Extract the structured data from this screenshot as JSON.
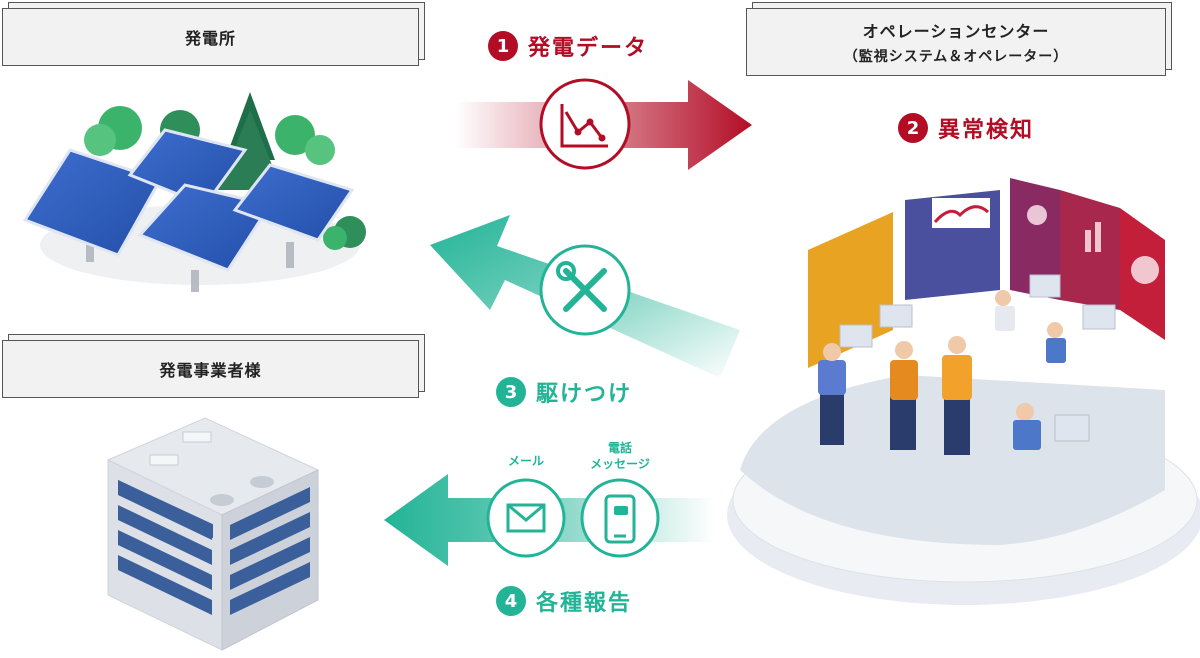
{
  "plant": {
    "title": "発電所"
  },
  "operator_center": {
    "title": "オペレーションセンター",
    "subtitle": "（監視システム＆オペレーター）"
  },
  "customer": {
    "title": "発電事業者様"
  },
  "steps": [
    {
      "num": "1",
      "label": "発電データ",
      "color": "#b30d26",
      "icon": "chart-icon"
    },
    {
      "num": "2",
      "label": "異常検知",
      "color": "#b30d26"
    },
    {
      "num": "3",
      "label": "駆けつけ",
      "color": "#23b497",
      "icon": "tools-icon"
    },
    {
      "num": "4",
      "label": "各種報告",
      "color": "#23b497"
    }
  ],
  "reports": {
    "mail_label": "メール",
    "phone_label_1": "電話",
    "phone_label_2": "メッセージ"
  }
}
